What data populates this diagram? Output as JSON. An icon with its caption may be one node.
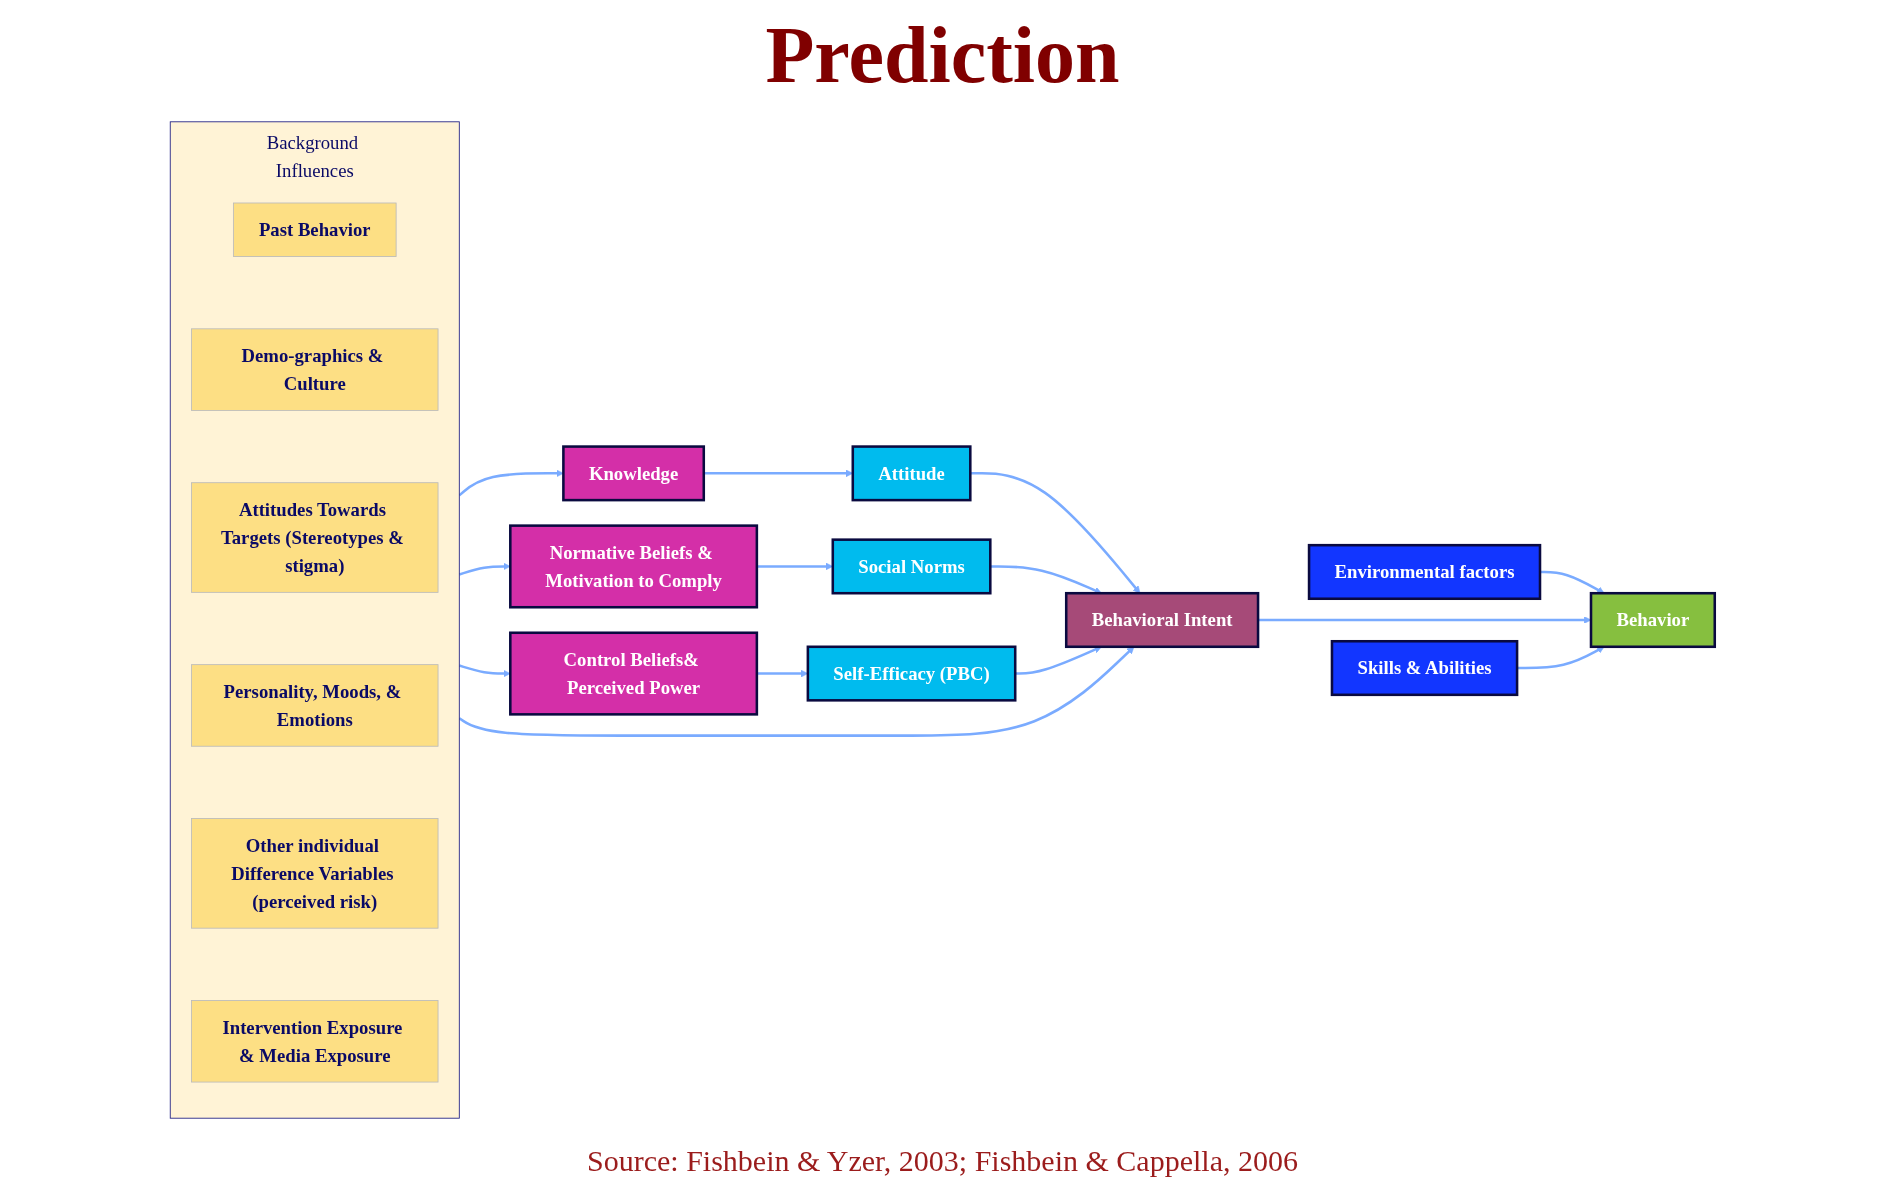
{
  "diagram": {
    "title": "Prediction",
    "caption": "Source: Fishbein & Yzer, 2003; Fishbein & Cappella, 2006",
    "nodes": [
      {
        "text": [
          "Background Influences"
        ]
      },
      {
        "text": [
          "Past Behavior"
        ],
        "in": 0
      },
      {
        "text": [
          "Demo-graphics & Culture"
        ],
        "in": 0
      },
      {
        "text": [
          "Attitudes Towards Targets (Stereotypes & stigma)"
        ],
        "in": 0
      },
      {
        "text": [
          "Personality, Moods, & Emotions"
        ],
        "in": 0
      },
      {
        "text": [
          "Other individual Difference Variables (perceived risk)"
        ],
        "in": 0
      },
      {
        "text": [
          "Intervention Exposure & Media Exposure"
        ],
        "in": 0
      },
      {
        "text": [
          "Knowledge"
        ]
      },
      {
        "text": [
          "Attitude"
        ]
      },
      {
        "text": [
          "Environmental factors"
        ]
      },
      {
        "text": [
          "Normative Beliefs & Motivation to Comply"
        ]
      },
      {
        "text": [
          "Social Norms"
        ]
      },
      {
        "text": [
          "Behavioral Intent"
        ]
      },
      {
        "text": [
          "Behavior"
        ]
      },
      {
        "text": [
          "Control Beliefs& Perceived Power"
        ]
      },
      {
        "text": [
          "Self-Efficacy (PBC)"
        ]
      },
      {
        "text": [
          "Skills & Abilities"
        ]
      }
    ],
    "edges": [
      {
        "from": 0,
        "to": 7,
        "arrow": "to"
      },
      {
        "from": 0,
        "to": 10,
        "arrow": "to"
      },
      {
        "from": 0,
        "to": 14,
        "arrow": "to"
      },
      {
        "from": 0,
        "to": 12,
        "arrow": "to"
      },
      {
        "from": 7,
        "to": 8,
        "arrow": "to"
      },
      {
        "from": 8,
        "to": 12,
        "arrow": "to"
      },
      {
        "from": 10,
        "to": 11,
        "arrow": "to"
      },
      {
        "from": 11,
        "to": 12,
        "arrow": "to"
      },
      {
        "from": 14,
        "to": 15,
        "arrow": "to"
      },
      {
        "from": 15,
        "to": 12,
        "arrow": "to"
      },
      {
        "from": 9,
        "to": 13,
        "arrow": "to"
      },
      {
        "from": 12,
        "to": 13,
        "arrow": "to"
      },
      {
        "from": 16,
        "to": 13,
        "arrow": "to"
      }
    ]
  }
}
